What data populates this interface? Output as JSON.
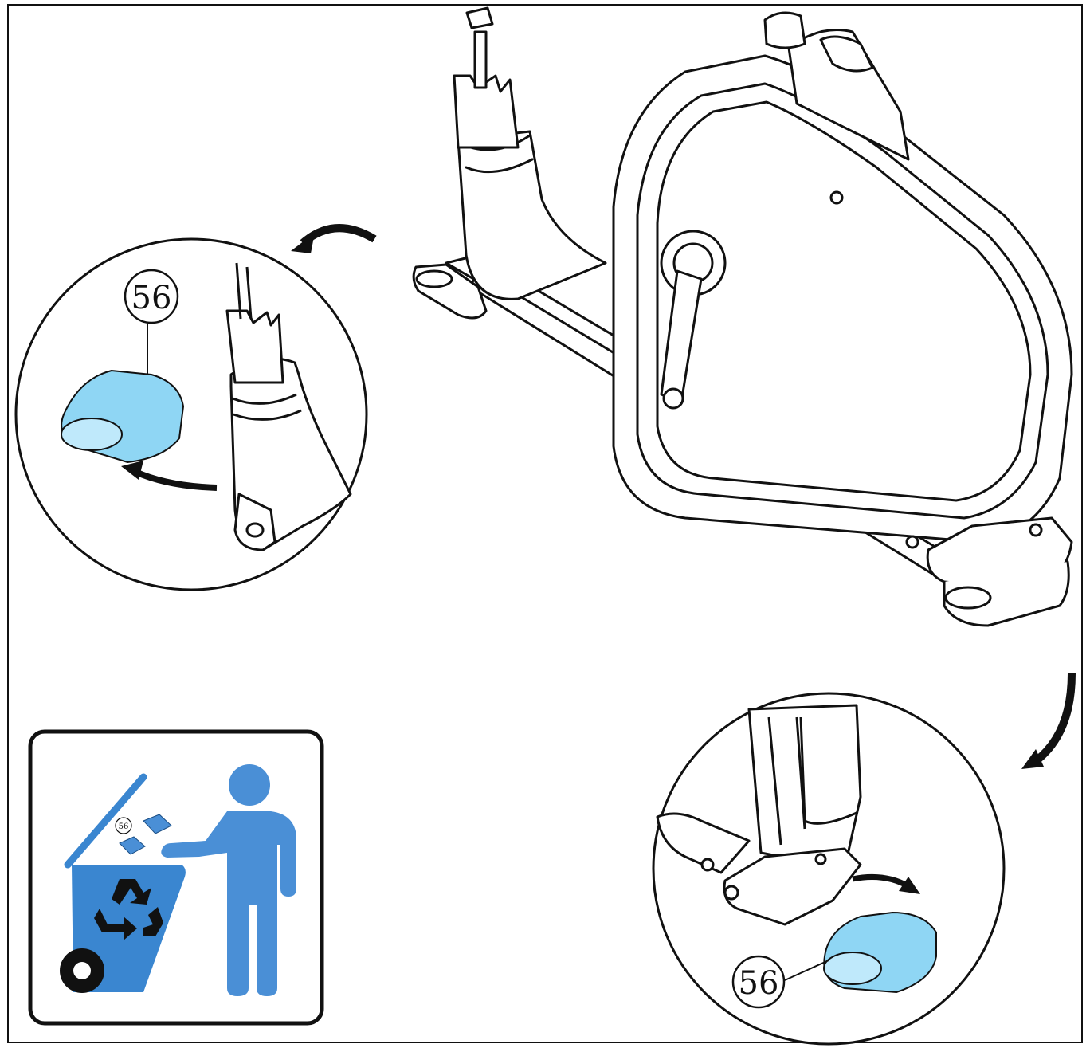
{
  "diagram": {
    "part_callouts": [
      {
        "id": "callout-front-detail",
        "label": "56"
      },
      {
        "id": "callout-rear-detail",
        "label": "56"
      },
      {
        "id": "callout-disposal-icon",
        "label": "56"
      }
    ],
    "colors": {
      "line": "#111111",
      "highlight_part": "#8fd6f4",
      "person_icon": "#4a8fd6",
      "bin_icon": "#3a86d0",
      "panel_border": "#111111",
      "background": "#ffffff"
    },
    "icons": [
      "recycle-icon",
      "person-icon",
      "trash-bin-icon",
      "curved-arrow-icon"
    ]
  }
}
